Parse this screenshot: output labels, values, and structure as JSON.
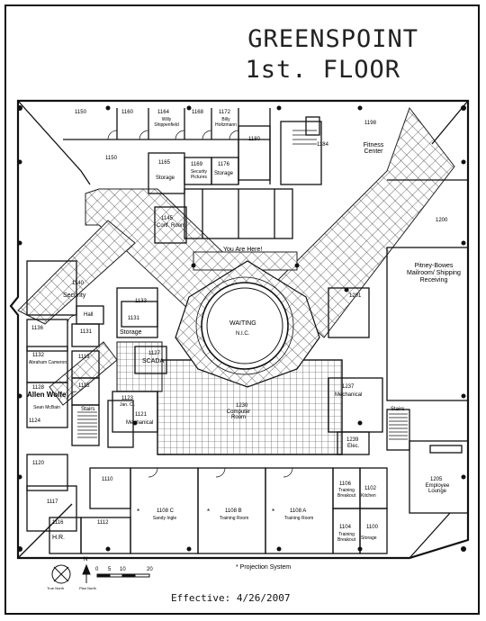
{
  "title": {
    "line1": "GREENSPOINT",
    "line2": "1st. FLOOR"
  },
  "footer": {
    "effective": "Effective: 4/26/2007",
    "projection_note": "* Projection System",
    "star_mark": "*"
  },
  "legend": {
    "true_north": "True North",
    "plan_north": "Plan North",
    "north_letter": "N",
    "scale_0": "0",
    "scale_5": "5",
    "scale_10": "10",
    "scale_20": "20"
  },
  "rooms": {
    "r1150": "1150",
    "r1160": "1160",
    "r1164": "1164",
    "r1164_name": "Willy Shippenfield",
    "r1168": "1168",
    "r1172": "1172",
    "r1172_name": "Billy Holtzmann",
    "r1180": "1180",
    "r1184": "1184",
    "r1198": "1198",
    "fitness": "Fitness Center",
    "r1150b": "1150",
    "r1165": "1165",
    "r1165_name": "Storage",
    "r1169": "1169",
    "r1169_name": "Security Pictures",
    "r1176": "1176",
    "r1176_name": "Storage",
    "r1145": "1145",
    "r1145_name": "Conf. Room",
    "you_are_here": "You Are Here!",
    "r1200": "1200",
    "pitney": "Pitney-Bowes Mailroom/ Shipping Receiving",
    "r1140": "1140",
    "security": "Security",
    "r1133": "1133",
    "r1131": "1131",
    "storage": "Storage",
    "hall": "Hall",
    "waiting": "WAITING",
    "noc": "N.I.C.",
    "r1201": "1201",
    "r1136": "1136",
    "r1131b": "1131",
    "r1132": "1132",
    "r1132_name": "Abraham Cameron",
    "r1119": "1119",
    "r1127": "1127",
    "scada": "SCADA",
    "r1128": "1128",
    "r1128_name": "Allen Wolfe",
    "r1115": "1115",
    "sean": "Sean McBain",
    "r1124": "1124",
    "r1123": "1123",
    "r1123_name": "Jan. Cl.",
    "r1230": "1230",
    "computer_room": "Computer Room",
    "r1237": "1237",
    "mechanical": "Mechanical",
    "r1121": "1121",
    "mechanical2": "Mechanical",
    "stairs1": "Stairs",
    "stairs2": "Stairs",
    "r1239": "1239",
    "elec": "Elec.",
    "r1120": "1120",
    "r1110": "1110",
    "r1117": "1117",
    "r1116": "1116",
    "hr": "H.R.",
    "r1112": "1112",
    "r1108c": "1108 C",
    "sandy": "Sandy Ingle",
    "r1108b": "1108 B",
    "training_b": "Training Room",
    "r1108a": "1108 A",
    "training_a": "Training Room",
    "r1106": "1106",
    "training_breakout1": "Training Breakout",
    "r1102": "1102",
    "kitchen": "Kitchen",
    "r1104": "1104",
    "training_breakout2": "Training Breakout",
    "r1100": "1100",
    "storage2": "Storage",
    "r1205": "1205",
    "employee_lounge": "Employee Lounge"
  },
  "colors": {
    "ink": "#111111",
    "paper": "#ffffff",
    "hatch": "#333333"
  }
}
